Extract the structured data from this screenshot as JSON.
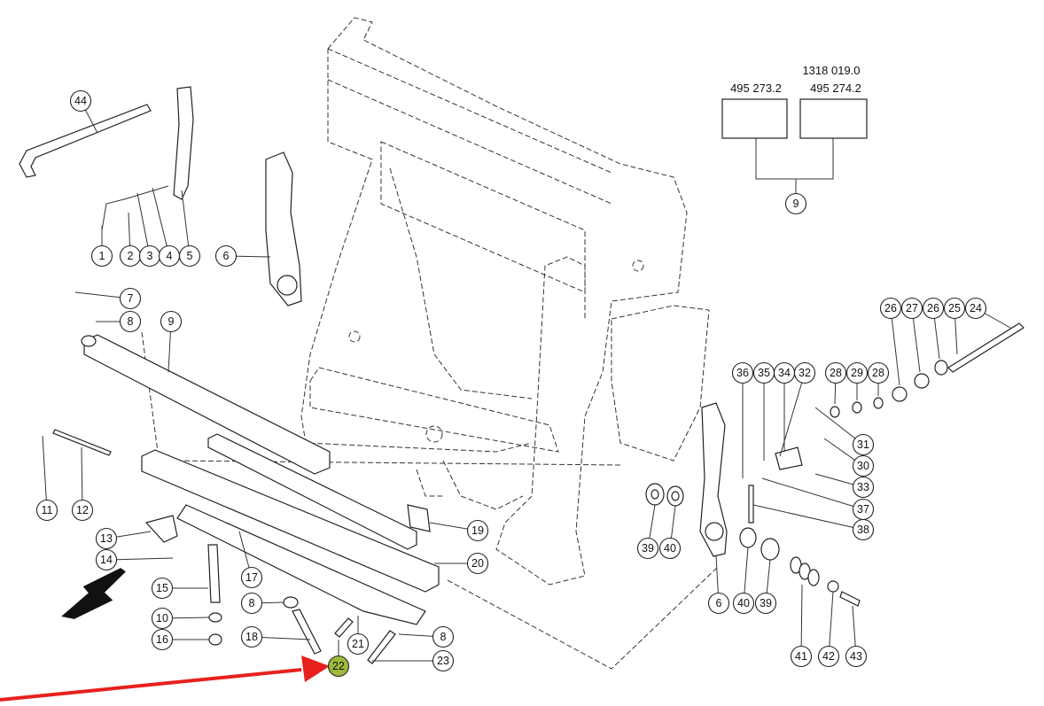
{
  "part_numbers": {
    "left_part": "495 273.2",
    "right_part_line1": "1318 019.0",
    "right_part_line2": "495 274.2"
  },
  "callouts": [
    "44",
    "1",
    "2",
    "3",
    "4",
    "5",
    "6",
    "7",
    "8",
    "9",
    "11",
    "12",
    "13",
    "14",
    "15",
    "17",
    "10",
    "16",
    "8",
    "18",
    "21",
    "22",
    "8",
    "23",
    "19",
    "20",
    "9",
    "26",
    "27",
    "26",
    "25",
    "24",
    "28",
    "29",
    "28",
    "36",
    "35",
    "34",
    "32",
    "31",
    "30",
    "33",
    "37",
    "38",
    "39",
    "40",
    "6",
    "40",
    "39",
    "41",
    "42",
    "43"
  ],
  "highlighted_callout": "22",
  "colors": {
    "highlight": "#9cb93c",
    "arrow": "#e8201e",
    "line": "#222222"
  }
}
